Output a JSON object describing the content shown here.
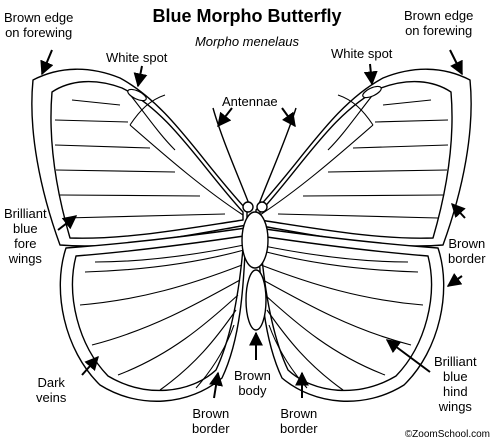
{
  "title": "Blue Morpho Butterfly",
  "subtitle": "Morpho menelaus",
  "credit": "©ZoomSchool.com",
  "labels": {
    "brown_edge_left": [
      "Brown edge",
      "on forewing"
    ],
    "brown_edge_right": [
      "Brown edge",
      "on forewing"
    ],
    "white_spot_left": [
      "White spot"
    ],
    "white_spot_right": [
      "White spot"
    ],
    "antennae": [
      "Antennae"
    ],
    "brilliant_blue_fore_wings": [
      "Brilliant",
      "blue",
      "fore",
      "wings"
    ],
    "brown_border_right": [
      "Brown",
      "border"
    ],
    "dark_veins": [
      "Dark",
      "veins"
    ],
    "brown_border_bottom_left": [
      "Brown",
      "border"
    ],
    "brown_body": [
      "Brown",
      "body"
    ],
    "brown_border_bottom_right": [
      "Brown",
      "border"
    ],
    "brilliant_blue_hind_wings": [
      "Brilliant",
      "blue",
      "hind",
      "wings"
    ]
  }
}
